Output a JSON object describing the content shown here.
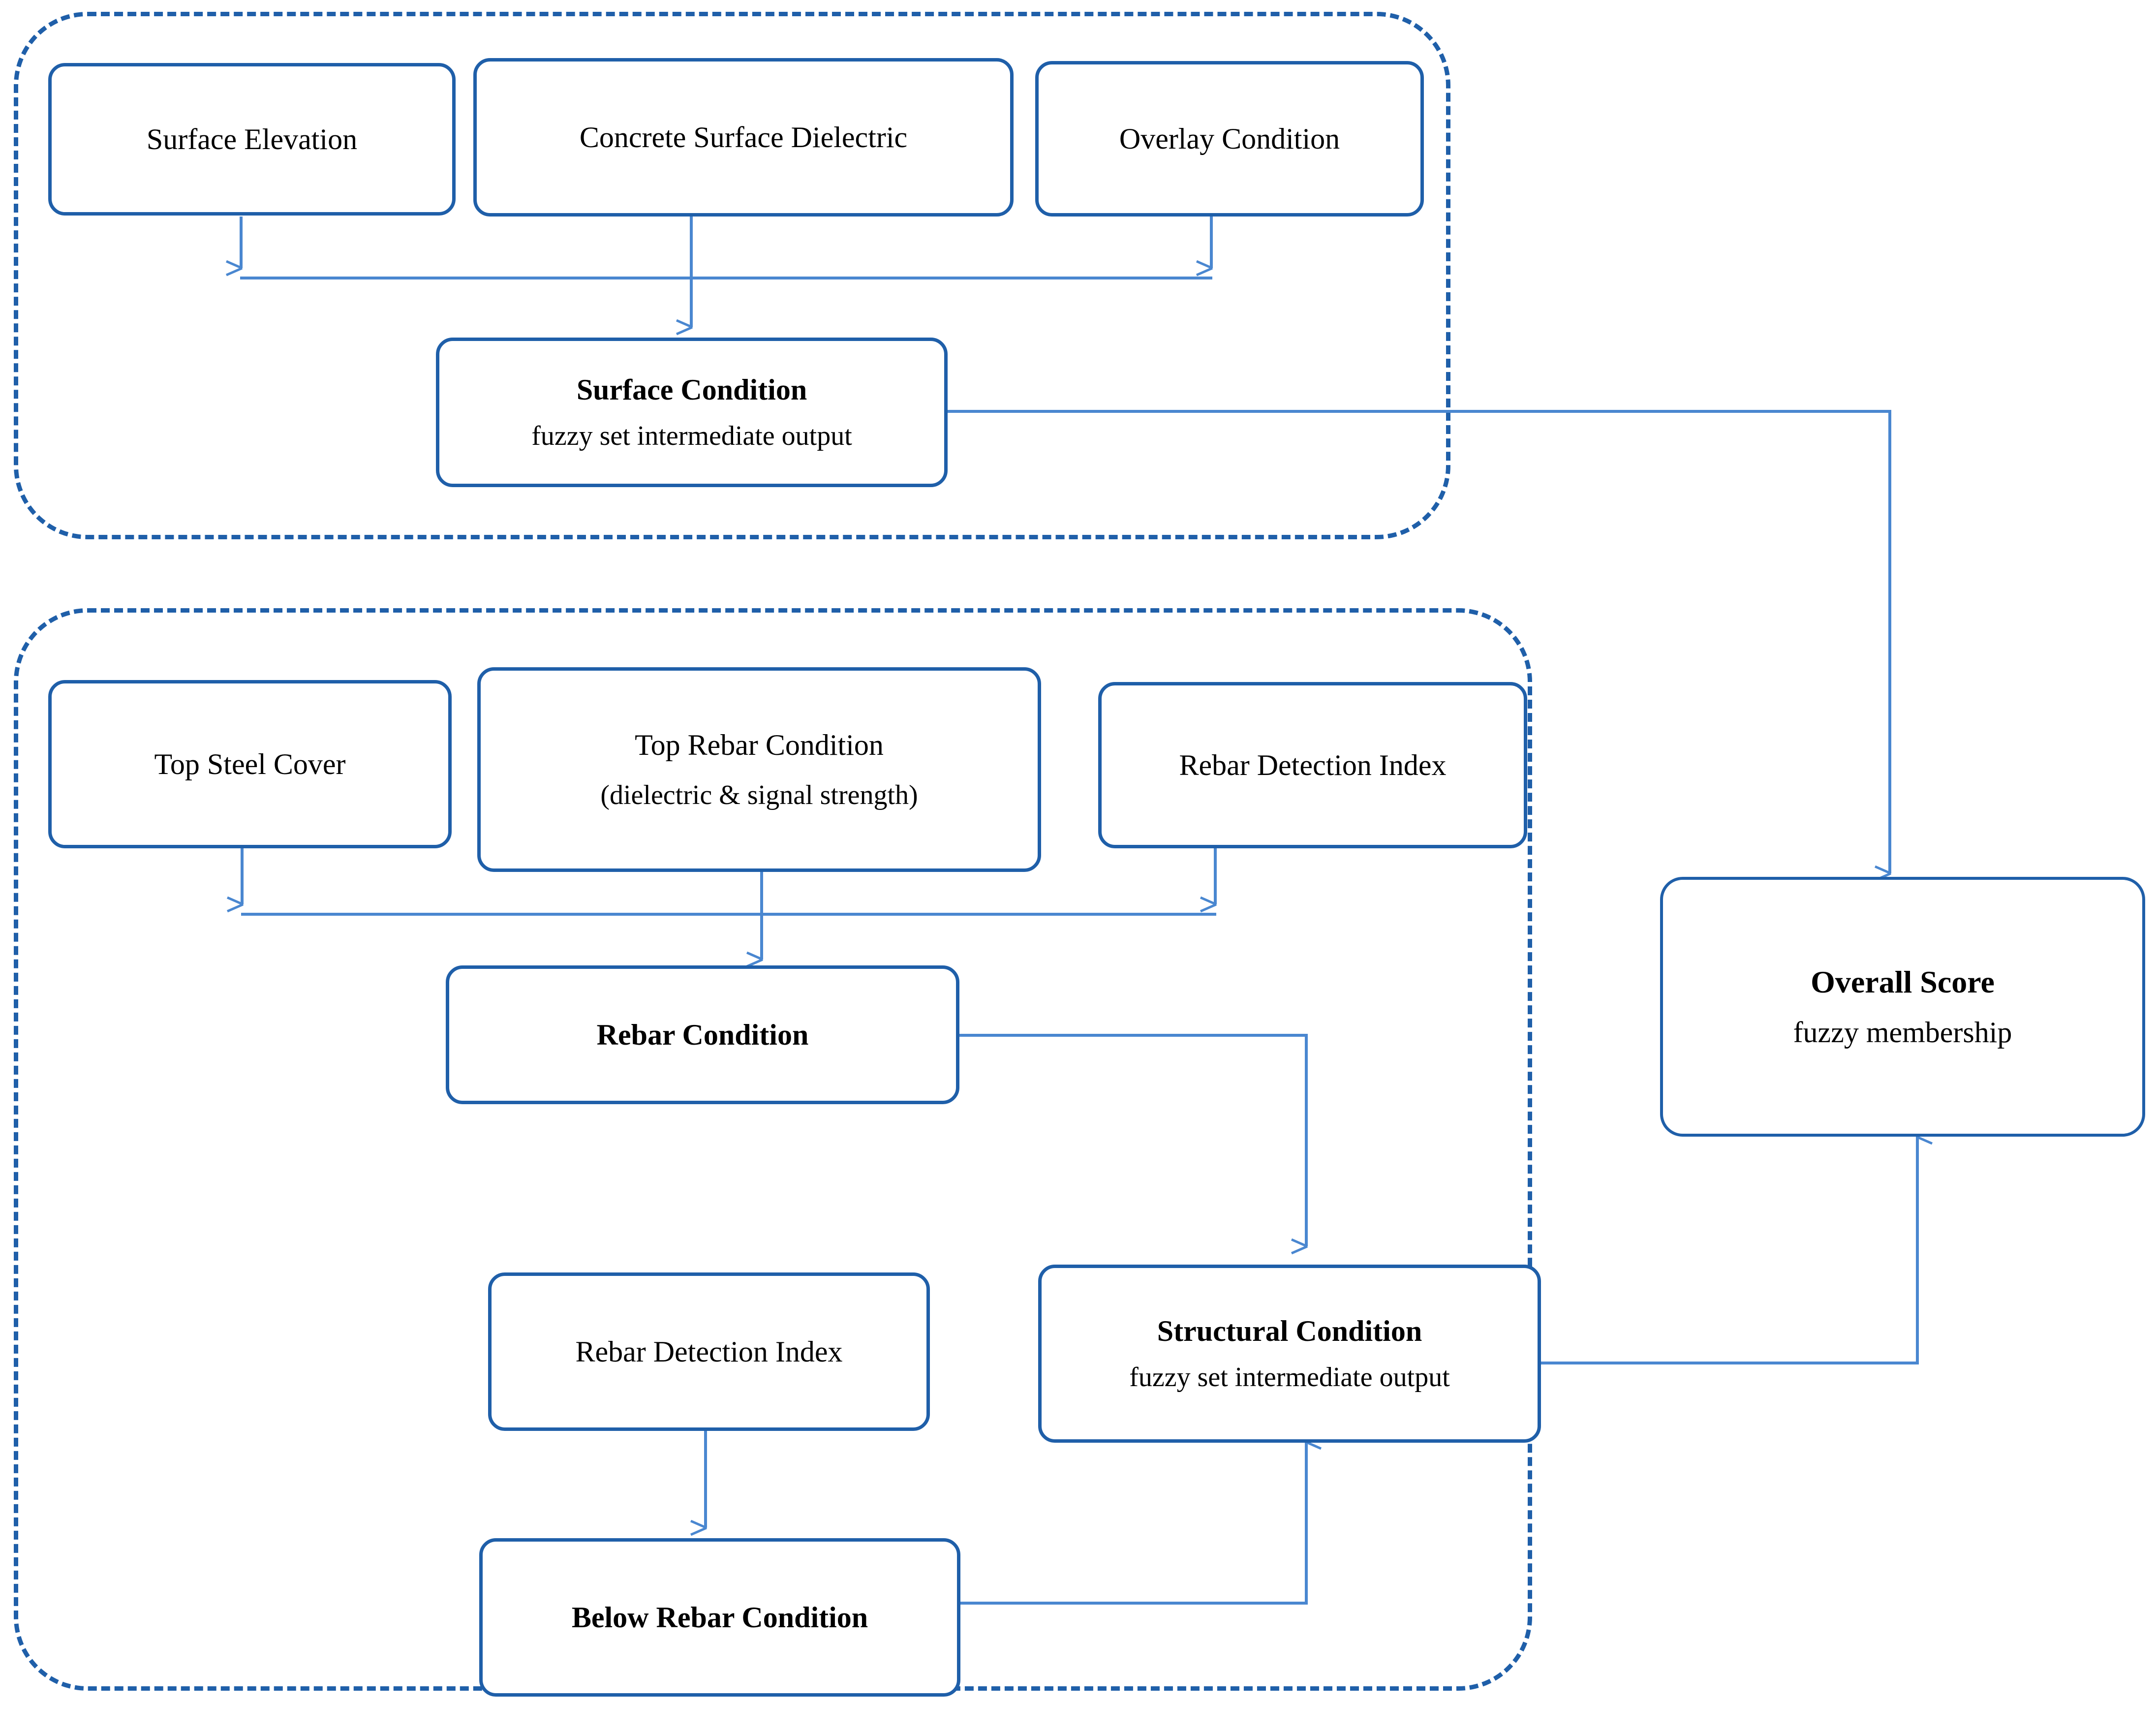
{
  "diagram": {
    "title_present": false,
    "accent_color": "#1F5FA9",
    "connector_color": "#4A87D0",
    "groups": [
      {
        "id": "surface-group",
        "label": ""
      },
      {
        "id": "structural-group",
        "label": ""
      }
    ],
    "nodes": {
      "surface_elevation": {
        "line1": "Surface Elevation"
      },
      "concrete_surface_dielectric": {
        "line1": "Concrete Surface Dielectric"
      },
      "overlay_condition": {
        "line1": "Overlay Condition"
      },
      "surface_condition": {
        "line1": "Surface Condition",
        "line2": "fuzzy set intermediate output"
      },
      "top_steel_cover": {
        "line1": "Top Steel Cover"
      },
      "top_rebar_condition": {
        "line1": "Top Rebar Condition",
        "line2": "(dielectric & signal strength)"
      },
      "rebar_detection_index_top": {
        "line1": "Rebar Detection Index"
      },
      "rebar_condition": {
        "line1": "Rebar Condition"
      },
      "rebar_detection_index_bottom": {
        "line1": "Rebar Detection Index"
      },
      "structural_condition": {
        "line1": "Structural Condition",
        "line2": "fuzzy set intermediate output"
      },
      "below_rebar_condition": {
        "line1": "Below Rebar Condition"
      },
      "overall_score": {
        "line1": "Overall Score",
        "line2": "fuzzy membership"
      }
    },
    "edges": [
      {
        "from": "surface_elevation",
        "to": "surface_condition"
      },
      {
        "from": "concrete_surface_dielectric",
        "to": "surface_condition"
      },
      {
        "from": "overlay_condition",
        "to": "surface_condition"
      },
      {
        "from": "surface_condition",
        "to": "overall_score"
      },
      {
        "from": "top_steel_cover",
        "to": "rebar_condition"
      },
      {
        "from": "top_rebar_condition",
        "to": "rebar_condition"
      },
      {
        "from": "rebar_detection_index_top",
        "to": "rebar_condition"
      },
      {
        "from": "rebar_condition",
        "to": "structural_condition"
      },
      {
        "from": "rebar_detection_index_bottom",
        "to": "below_rebar_condition"
      },
      {
        "from": "below_rebar_condition",
        "to": "structural_condition"
      },
      {
        "from": "structural_condition",
        "to": "overall_score"
      }
    ]
  }
}
